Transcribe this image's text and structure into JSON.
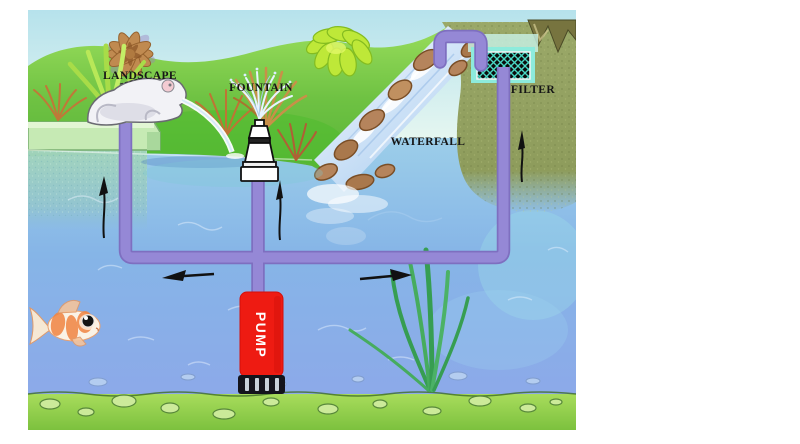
{
  "title": "Pond water circulation diagram",
  "labels": {
    "landscape": "LANDSCAPE",
    "fountain": "FOUNTAIN",
    "waterfall": "WATERFALL",
    "filter": "FILTER",
    "pump": "PUMP"
  },
  "colors": {
    "pipe": "#9588D6",
    "pipe_edge": "#7E6FC0",
    "pump_body": "#EE1B12",
    "pump_text": "#FFFFFF",
    "filter_frame": "#8DEBDC",
    "filter_media": "#0C0C0C",
    "water": "#86B5E7",
    "grass": "#57B437",
    "bank_moss": "#97A264",
    "label_text": "#161616"
  },
  "icons": {
    "flow_arrows": [
      "up-arrow-landscape-pipe",
      "up-arrow-fountain-pipe",
      "left-arrow-return-pipe",
      "right-arrow-supply-pipe",
      "up-arrow-into-filter"
    ],
    "scene": [
      "frog-spitter-statue",
      "fountain-nozzle",
      "waterfall",
      "filter-box",
      "pump",
      "goldfish",
      "pond-plants"
    ]
  }
}
